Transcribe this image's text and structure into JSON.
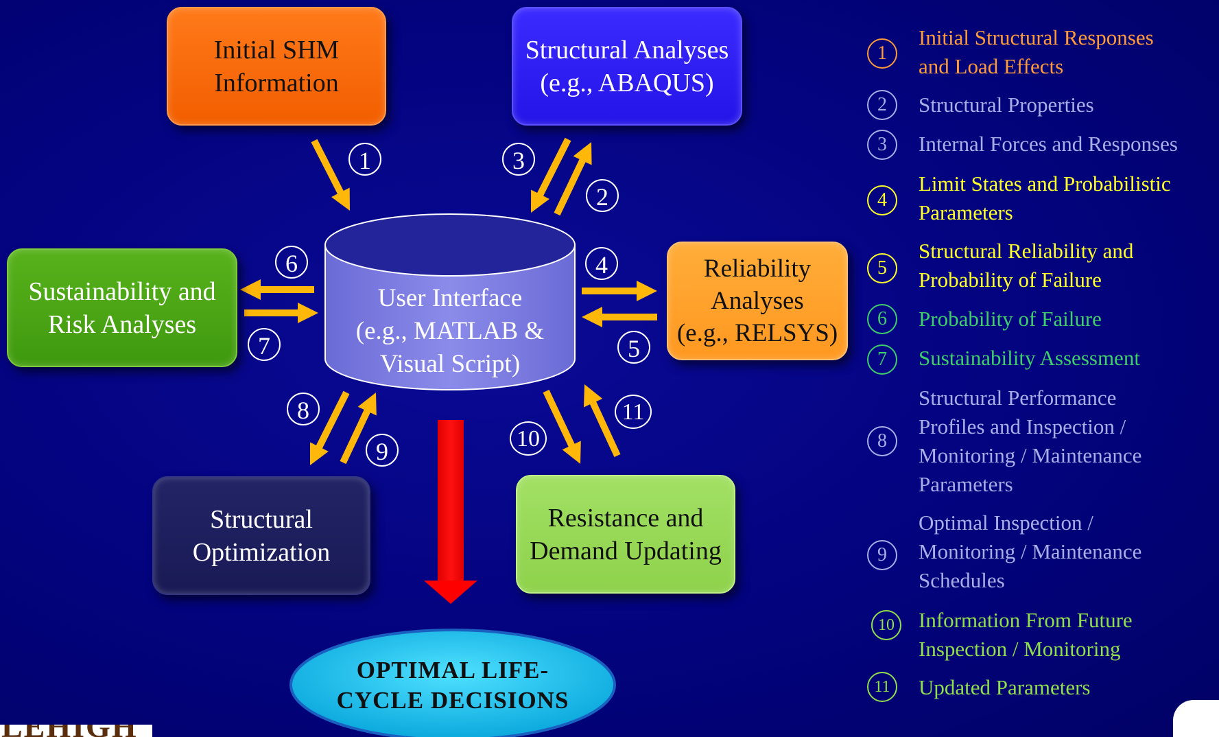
{
  "nodes": {
    "initial_shm": "Initial SHM\nInformation",
    "structural_analyses": "Structural Analyses\n(e.g., ABAQUS)",
    "sustainability": "Sustainability and\nRisk Analyses",
    "reliability": "Reliability\nAnalyses\n(e.g., RELSYS)",
    "optimization": "Structural\nOptimization",
    "resistance_demand": "Resistance and\nDemand Updating",
    "user_interface": "User Interface\n(e.g., MATLAB &\nVisual Script)",
    "decisions": "OPTIMAL  LIFE-\nCYCLE  DECISIONS"
  },
  "flow_numbers": [
    "1",
    "2",
    "3",
    "4",
    "5",
    "6",
    "7",
    "8",
    "9",
    "10",
    "11"
  ],
  "legend": [
    {
      "num": "1",
      "text": "Initial Structural Responses\nand Load Effects",
      "color": "#ff9a3a"
    },
    {
      "num": "2",
      "text": "Structural Properties",
      "color": "#a9aee6"
    },
    {
      "num": "3",
      "text": "Internal Forces and Responses",
      "color": "#a9aee6"
    },
    {
      "num": "4",
      "text": "Limit States and Probabilistic\nParameters",
      "color": "#ffff2a"
    },
    {
      "num": "5",
      "text": "Structural Reliability and\nProbability of Failure",
      "color": "#ffff2a"
    },
    {
      "num": "6",
      "text": "Probability of Failure",
      "color": "#3fcf6a"
    },
    {
      "num": "7",
      "text": "Sustainability Assessment",
      "color": "#3fcf6a"
    },
    {
      "num": "8",
      "text": "Structural Performance\nProfiles and Inspection /\nMonitoring / Maintenance\nParameters",
      "color": "#a9aee6"
    },
    {
      "num": "9",
      "text": "Optimal Inspection /\nMonitoring / Maintenance\nSchedules",
      "color": "#a9aee6"
    },
    {
      "num": "10",
      "text": "Information From Future\nInspection / Monitoring",
      "color": "#8fe04c"
    },
    {
      "num": "11",
      "text": "Updated Parameters",
      "color": "#8fe04c"
    }
  ],
  "colors": {
    "background": "#03037e",
    "arrow": "#ffb70a",
    "main_arrow": "#ff0000",
    "ui_cylinder": "#7f7fe0",
    "decision_ellipse": "#16c6f2"
  },
  "logo_text": "LEHIGH"
}
